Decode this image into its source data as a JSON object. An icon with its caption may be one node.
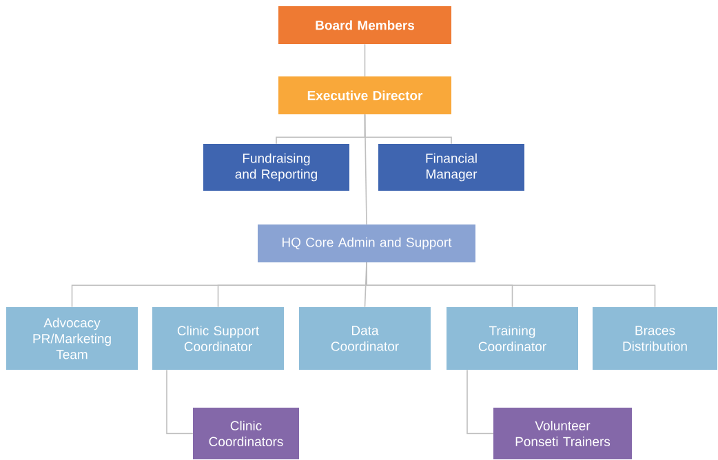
{
  "diagram": {
    "nodes": [
      {
        "text": [
          "Board Members"
        ]
      },
      {
        "text": [
          "Executive Director"
        ]
      },
      {
        "text": [
          "Fundraising and Reporting"
        ]
      },
      {
        "text": [
          "Financial Manager"
        ]
      },
      {
        "text": [
          "HQ Core Admin and Support"
        ]
      },
      {
        "text": [
          "Advocacy PR/Marketing Team"
        ]
      },
      {
        "text": [
          "Clinic Support Coordinator"
        ]
      },
      {
        "text": [
          "Data Coordinator"
        ]
      },
      {
        "text": [
          "Training Coordinator"
        ]
      },
      {
        "text": [
          "Braces Distribution"
        ]
      },
      {
        "text": [
          "Clinic Coordinators"
        ]
      },
      {
        "text": [
          "Volunteer Ponseti Trainers"
        ]
      }
    ],
    "edges": [
      {
        "from": 0,
        "to": 1,
        "arrow": "none"
      },
      {
        "from": 1,
        "to": 2,
        "arrow": "none"
      },
      {
        "from": 1,
        "to": 3,
        "arrow": "none"
      },
      {
        "from": 1,
        "to": 4,
        "arrow": "none"
      },
      {
        "from": 4,
        "to": 5,
        "arrow": "none"
      },
      {
        "from": 4,
        "to": 6,
        "arrow": "none"
      },
      {
        "from": 4,
        "to": 7,
        "arrow": "none"
      },
      {
        "from": 4,
        "to": 8,
        "arrow": "none"
      },
      {
        "from": 4,
        "to": 9,
        "arrow": "none"
      },
      {
        "from": 6,
        "to": 10,
        "arrow": "none"
      },
      {
        "from": 8,
        "to": 11,
        "arrow": "none"
      }
    ]
  }
}
